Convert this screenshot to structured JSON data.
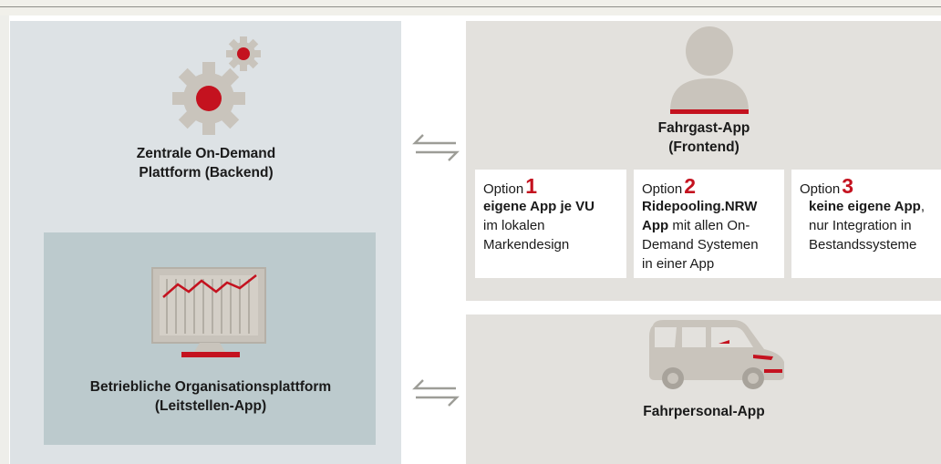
{
  "backend": {
    "line1": "Zentrale On-Demand",
    "line2": "Plattform (Backend)"
  },
  "leitstelle": {
    "line1": "Betriebliche Organisationsplattform",
    "line2": "(Leitstellen-App)"
  },
  "fahrgast": {
    "line1": "Fahrgast-App",
    "line2": "(Frontend)"
  },
  "fahrpersonal": {
    "label": "Fahrpersonal-App"
  },
  "options": [
    {
      "word": "Option",
      "number": "1",
      "bold": [
        "eigene App je VU"
      ],
      "plain": [
        "im lokalen",
        "Markendesign"
      ]
    },
    {
      "word": "Option",
      "number": "2",
      "bold": [
        "Ridepooling.NRW",
        "App"
      ],
      "tail": " mit allen On-",
      "plain": [
        "Demand Systemen",
        "in einer App"
      ]
    },
    {
      "word": "Option",
      "number": "3",
      "bold": [
        "keine eigene App"
      ],
      "tail": ",",
      "plain": [
        "nur Integration in",
        "Bestandssysteme"
      ]
    }
  ],
  "colors": {
    "accent": "#c4121f",
    "backend_panel": "#dde2e5",
    "leitstelle_panel": "#bccacd",
    "app_panel": "#e3e1dd"
  }
}
